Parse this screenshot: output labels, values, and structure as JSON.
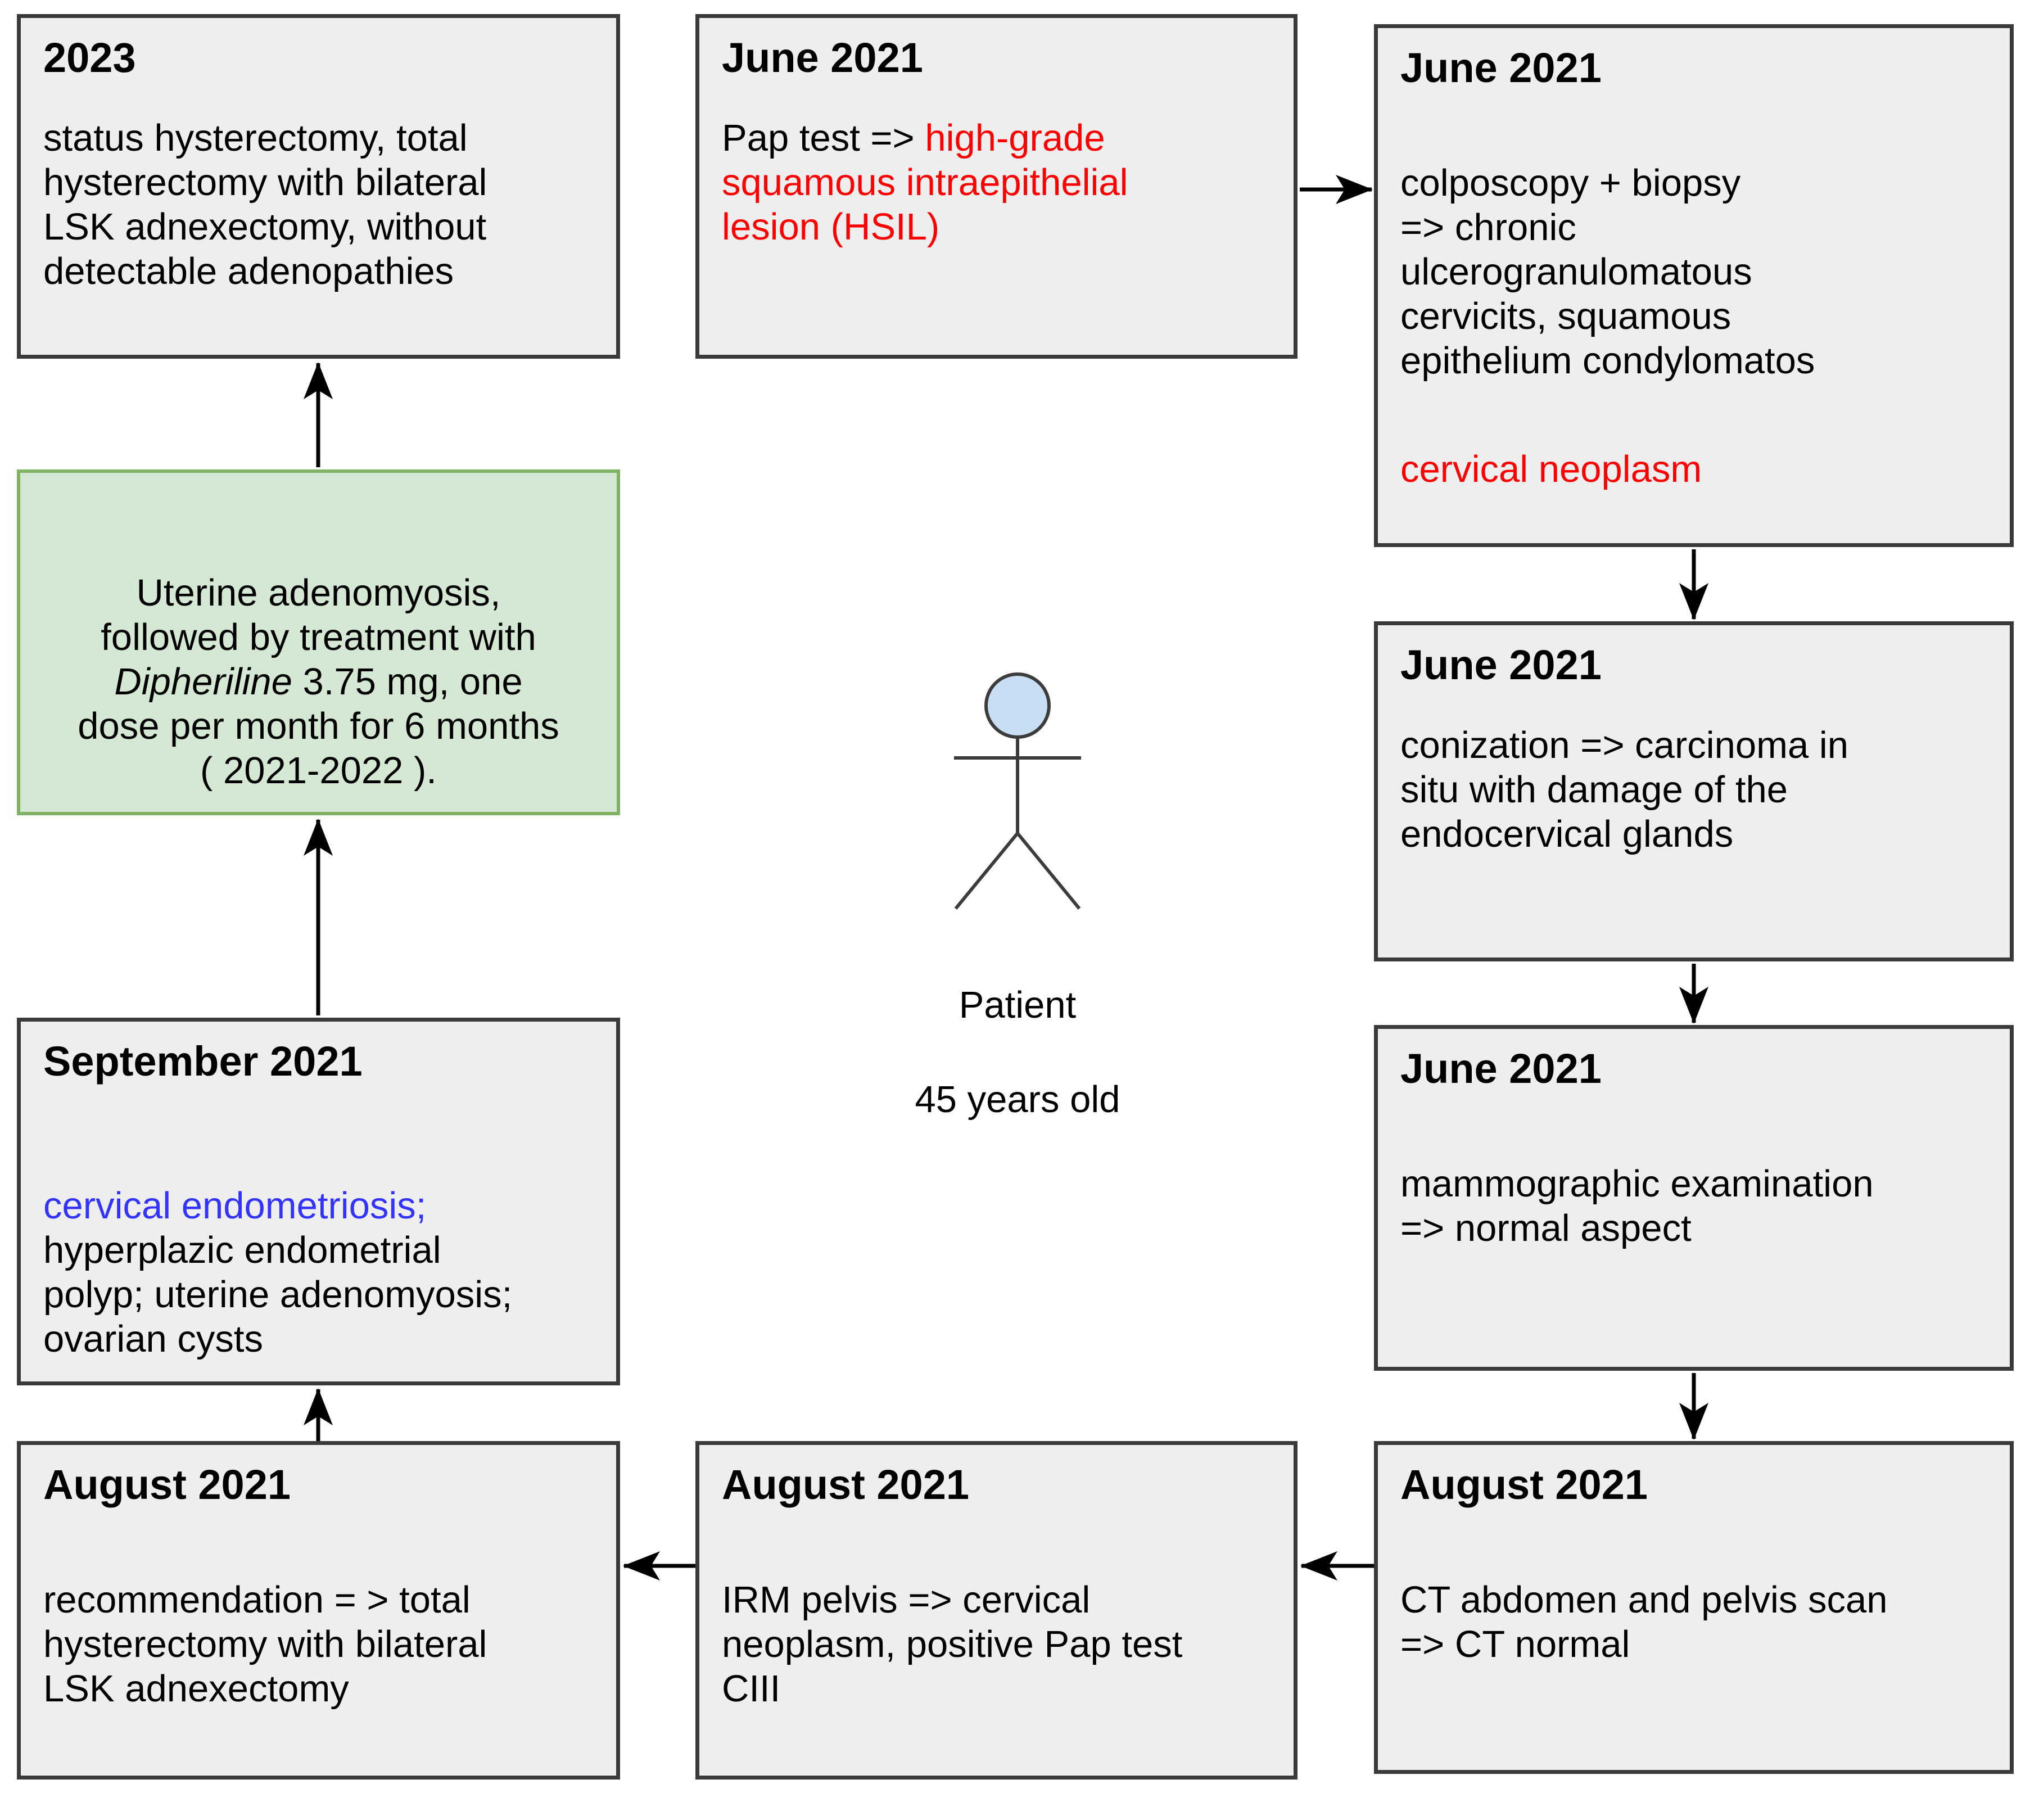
{
  "figure": {
    "patient": {
      "label": "Patient",
      "age": "45 years old"
    },
    "colors": {
      "box_fill": "#eeeeee",
      "box_border": "#3a3a3a",
      "green_fill": "#d5e8d4",
      "green_border": "#7fb263",
      "red_text": "#ff0000",
      "blue_text": "#3333ff",
      "head_fill": "#c9ddf3",
      "arrow": "#000000"
    },
    "boxes": {
      "y2023": {
        "date": "2023",
        "body": "status hysterectomy, total\nhysterectomy with bilateral\nLSK adnexectomy, without\ndetectable adenopathies"
      },
      "june_pap": {
        "date": "June 2021",
        "body_prefix": "Pap test => ",
        "result_red": "high-grade\nsquamous intraepithelial\nlesion (HSIL)"
      },
      "june_colposcopy": {
        "date": "June 2021",
        "body": "colposcopy + biopsy\n=> chronic\nulcerogranulomatous\ncervicits, squamous\nepithelium condylomatos",
        "diagnosis_red": "cervical neoplasm"
      },
      "treatment": {
        "body_start": "Uterine adenomyosis,\nfollowed by treatment with\n",
        "drug": "Dipheriline",
        "body_end": " 3.75 mg, one\ndose per month for 6 months\n( 2021-2022 )."
      },
      "june_conization": {
        "date": "June 2021",
        "body": "conization => carcinoma in\nsitu with damage of the\nendocervical glands"
      },
      "june_mammography": {
        "date": "June 2021",
        "body": "mammographic examination\n=> normal aspect"
      },
      "september": {
        "date": "September 2021",
        "finding_blue": "cervical endometriosis;",
        "body": "\nhyperplazic endometrial\npolyp; uterine adenomyosis;\novarian cysts"
      },
      "august_recommendation": {
        "date": "August 2021",
        "body": "recommendation = > total\nhysterectomy with bilateral\nLSK adnexectomy"
      },
      "august_irm": {
        "date": "August 2021",
        "body": "IRM pelvis => cervical\nneoplasm, positive Pap test\nCIII"
      },
      "august_ct": {
        "date": "August 2021",
        "body": "CT abdomen and pelvis scan\n=> CT normal"
      }
    },
    "edges": [
      {
        "from": "june_pap",
        "to": "june_colposcopy"
      },
      {
        "from": "june_colposcopy",
        "to": "june_conization"
      },
      {
        "from": "june_conization",
        "to": "june_mammography"
      },
      {
        "from": "june_mammography",
        "to": "august_ct"
      },
      {
        "from": "august_ct",
        "to": "august_irm"
      },
      {
        "from": "august_irm",
        "to": "august_recommendation"
      },
      {
        "from": "august_recommendation",
        "to": "september"
      },
      {
        "from": "september",
        "to": "treatment"
      },
      {
        "from": "treatment",
        "to": "y2023"
      }
    ]
  }
}
